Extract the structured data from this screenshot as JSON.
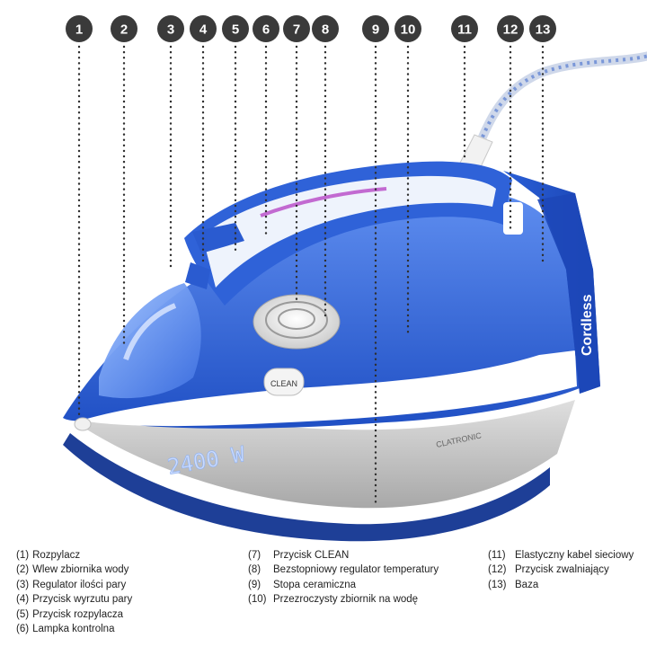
{
  "markers": [
    "1",
    "2",
    "3",
    "4",
    "5",
    "6",
    "7",
    "8",
    "9",
    "10",
    "11",
    "12",
    "13"
  ],
  "iron": {
    "power_label": "2400 W",
    "side_label": "Cordless",
    "clean_label": "CLEAN",
    "brand": "CLATRONIC"
  },
  "legend": {
    "col1": [
      {
        "num": "(1)",
        "label": "Rozpylacz"
      },
      {
        "num": "(2)",
        "label": "Wlew zbiornika wody"
      },
      {
        "num": "(3)",
        "label": "Regulator ilości pary"
      },
      {
        "num": "(4)",
        "label": "Przycisk wyrzutu pary"
      },
      {
        "num": "(5)",
        "label": "Przycisk rozpylacza"
      },
      {
        "num": "(6)",
        "label": "Lampka kontrolna"
      }
    ],
    "col2": [
      {
        "num": "(7)",
        "label": "Przycisk CLEAN"
      },
      {
        "num": "(8)",
        "label": "Bezstopniowy regulator temperatury"
      },
      {
        "num": "(9)",
        "label": "Stopa ceramiczna"
      },
      {
        "num": "(10)",
        "label": "Przezroczysty zbiornik na wodę"
      }
    ],
    "col3": [
      {
        "num": "(11)",
        "label": "Elastyczny kabel sieciowy"
      },
      {
        "num": "(12)",
        "label": "Przycisk zwalniający"
      },
      {
        "num": "(13)",
        "label": "Baza"
      }
    ]
  }
}
